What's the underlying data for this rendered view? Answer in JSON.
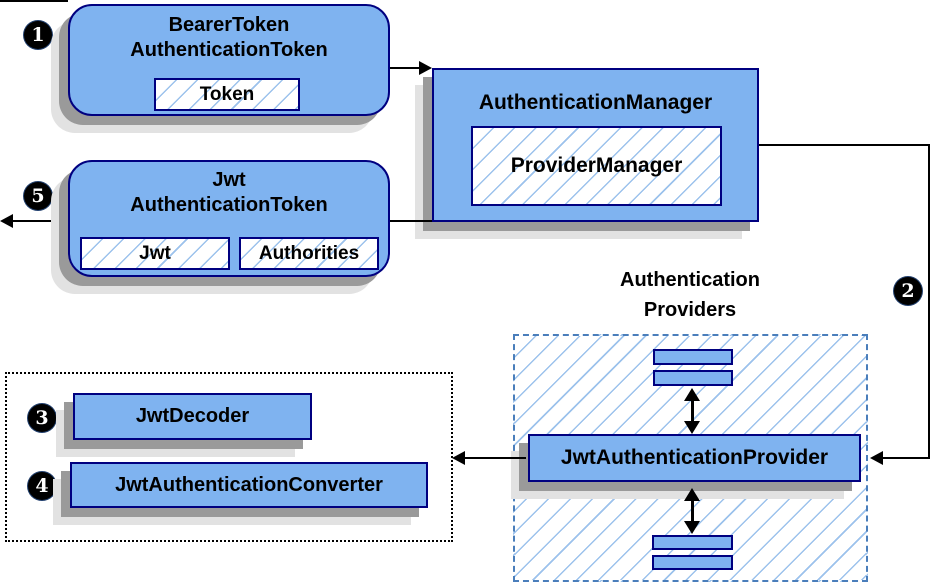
{
  "colors": {
    "box_fill": "#7FB3F0",
    "box_border": "#000080",
    "hatch_line": "#9CC2EC",
    "container_border": "#4A7EBB",
    "dotted_border": "#000000",
    "shadow_dark": "#9A9A9A",
    "shadow_light": "#E2E2E2",
    "badge_bg": "#000000",
    "badge_text": "#FFFFFF",
    "arrow": "#000000"
  },
  "steps": {
    "one": "1",
    "two": "2",
    "three": "3",
    "four": "4",
    "five": "5"
  },
  "boxes": {
    "bearer": {
      "title1": "BearerToken",
      "title2": "AuthenticationToken",
      "chip": "Token"
    },
    "manager": {
      "title": "AuthenticationManager",
      "chip": "ProviderManager"
    },
    "jwt": {
      "title1": "Jwt",
      "title2": "AuthenticationToken",
      "chip_jwt": "Jwt",
      "chip_authorities": "Authorities"
    },
    "provider": {
      "title": "JwtAuthenticationProvider"
    },
    "decoder": {
      "title": "JwtDecoder"
    },
    "converter": {
      "title": "JwtAuthenticationConverter"
    }
  },
  "labels": {
    "providers1": "Authentication",
    "providers2": "Providers"
  }
}
